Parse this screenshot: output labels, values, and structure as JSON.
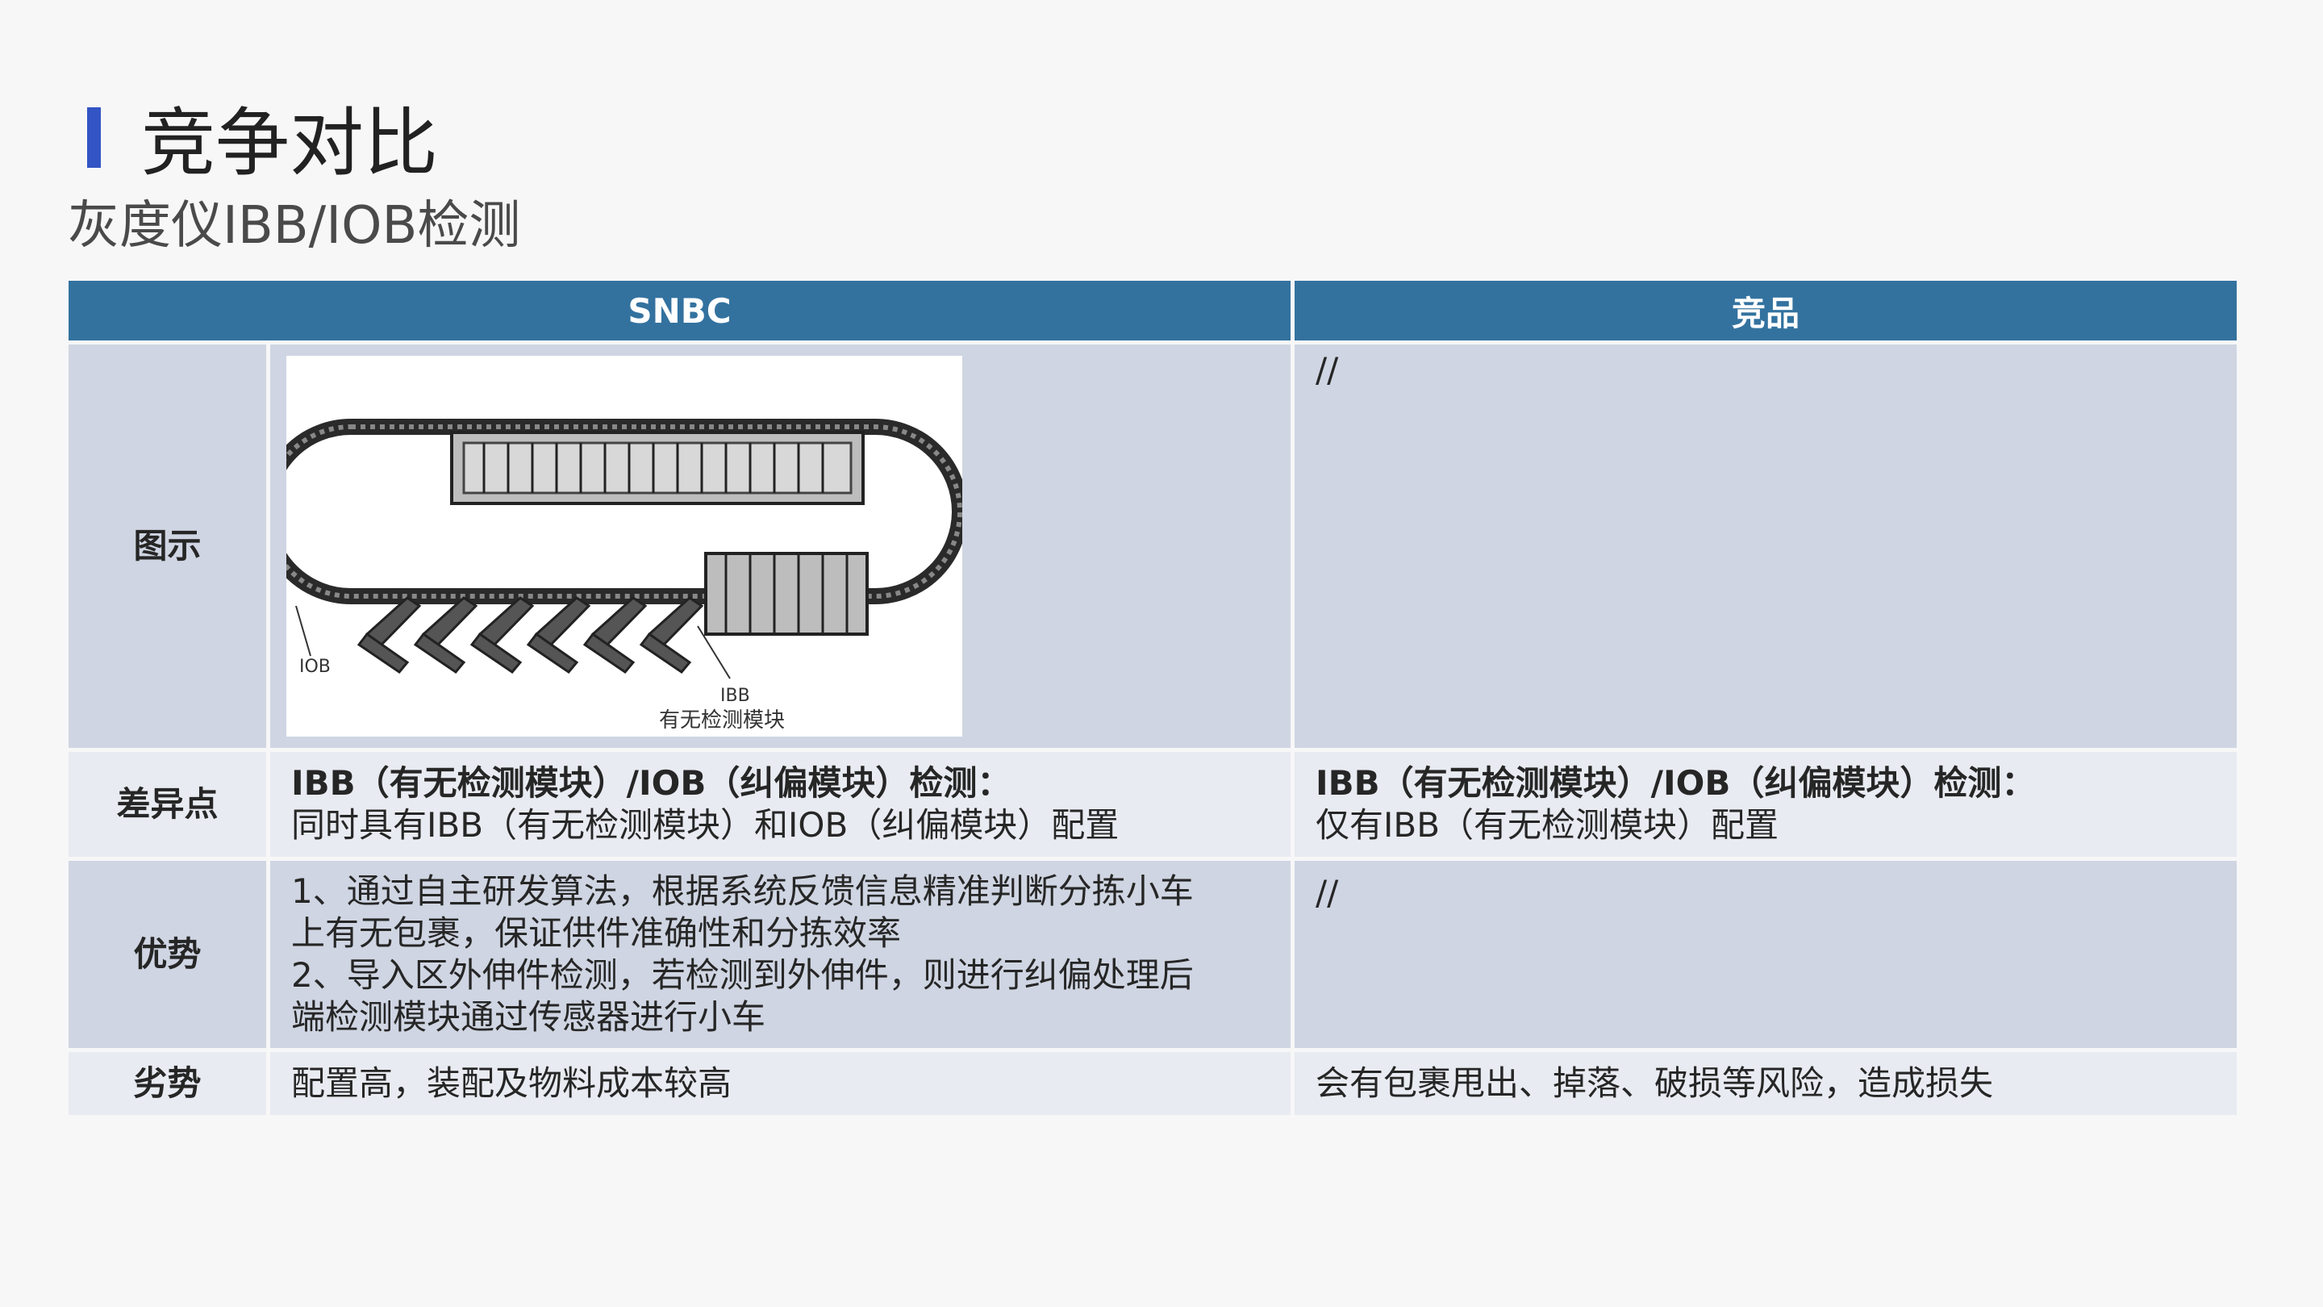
{
  "header": {
    "title": "竞争对比",
    "subtitle": "灰度仪IBB/IOB检测"
  },
  "table": {
    "columns": [
      "SNBC",
      "竞品"
    ],
    "rows": {
      "diagram": {
        "label": "图示",
        "snbc_figure": {
          "label_iob": "IOB",
          "label_ibb": "IBB",
          "label_module": "有无检测模块"
        },
        "competitor": "//"
      },
      "difference": {
        "label": "差异点",
        "snbc": [
          "IBB（有无检测模块）/IOB（纠偏模块）检测：",
          "同时具有IBB（有无检测模块）和IOB（纠偏模块）配置"
        ],
        "competitor": [
          "IBB（有无检测模块）/IOB（纠偏模块）检测：",
          "仅有IBB（有无检测模块）配置"
        ]
      },
      "advantage": {
        "label": "优势",
        "snbc": [
          "1、通过自主研发算法，根据系统反馈信息精准判断分拣小车",
          "上有无包裹，保证供件准确性和分拣效率",
          "2、导入区外伸件检测，若检测到外伸件，则进行纠偏处理后",
          "端检测模块通过传感器进行小车"
        ],
        "competitor": "//"
      },
      "disadvantage": {
        "label": "劣势",
        "snbc": "配置高，装配及物料成本较高",
        "competitor": "会有包裹甩出、掉落、破损等风险，造成损失"
      }
    }
  },
  "colors": {
    "accent_bar": "#3354c4",
    "header_bg": "#33729f",
    "row_dark": "#cfd5e2",
    "row_light": "#e8ebf1"
  }
}
